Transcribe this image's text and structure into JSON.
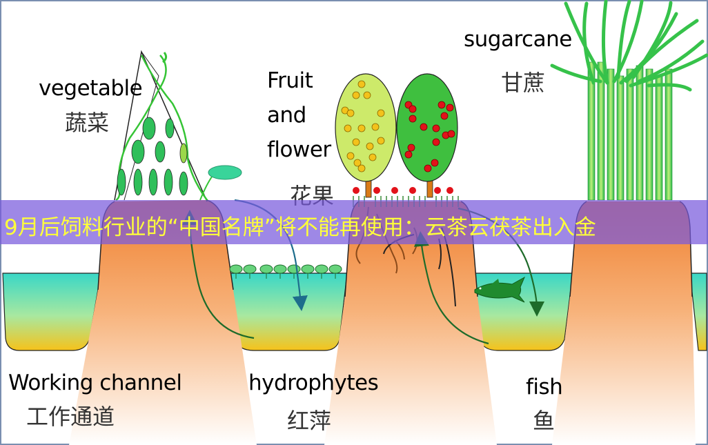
{
  "labels": {
    "vegetable_en": "vegetable",
    "vegetable_zh": "蔬菜",
    "fruit_en_1": "Fruit",
    "fruit_en_2": "and",
    "fruit_en_3": "flower",
    "fruit_zh": "花果",
    "sugarcane_en": "sugarcane",
    "sugarcane_zh": "甘蔗",
    "channel_en": "Working channel",
    "channel_zh": "工作通道",
    "hydro_en": "hydrophytes",
    "hydro_zh": "红萍",
    "fish_en": "fish",
    "fish_zh": "鱼"
  },
  "banner": {
    "text": "9月后饲料行业的“中国名牌”将不能再使用：云茶云茯茶出入金"
  },
  "colors": {
    "water": "#3dd6c4",
    "soil_top": "#f08a3a",
    "soil_bottom": "#fff4ea",
    "arrow": "#1e6b2a",
    "arrow_blue": "#1e6d8c",
    "banner": "#785adc",
    "banner_text": "#ffff3a"
  }
}
